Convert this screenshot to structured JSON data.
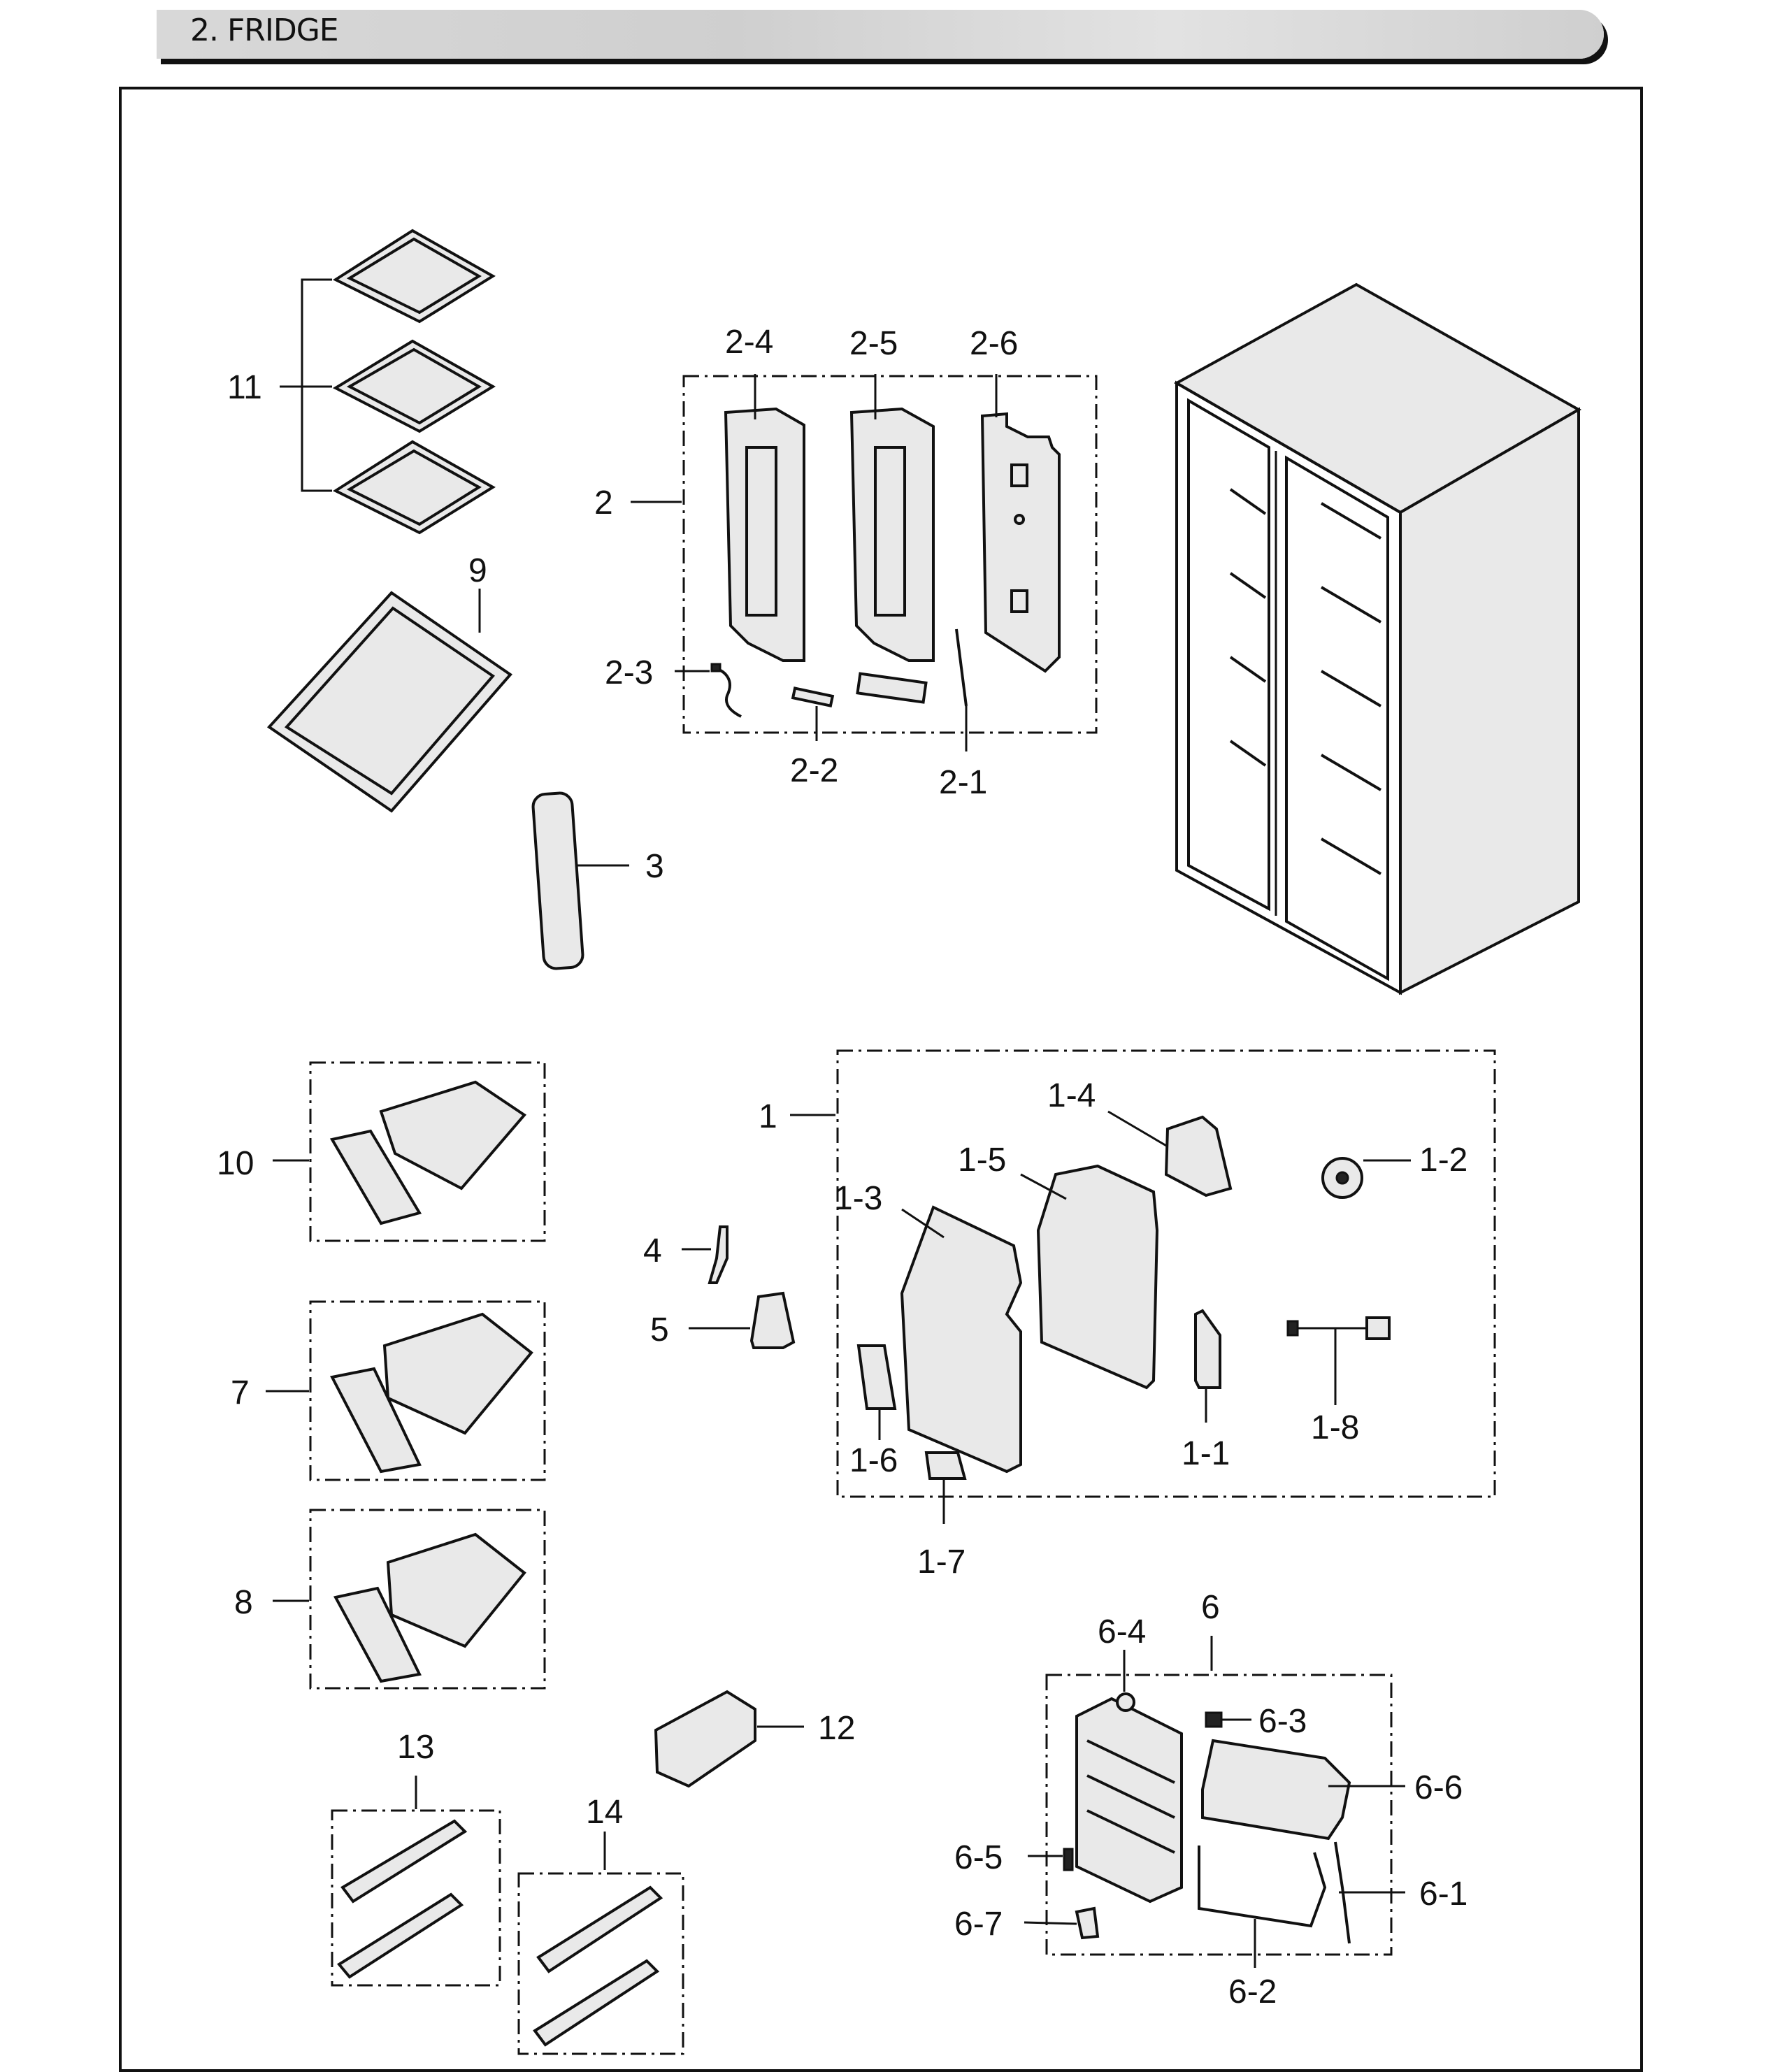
{
  "header": {
    "title": "2. FRIDGE"
  },
  "callouts": {
    "c1": "1",
    "c1_1": "1-1",
    "c1_2": "1-2",
    "c1_3": "1-3",
    "c1_4": "1-4",
    "c1_5": "1-5",
    "c1_6": "1-6",
    "c1_7": "1-7",
    "c1_8": "1-8",
    "c2": "2",
    "c2_1": "2-1",
    "c2_2": "2-2",
    "c2_3": "2-3",
    "c2_4": "2-4",
    "c2_5": "2-5",
    "c2_6": "2-6",
    "c3": "3",
    "c4": "4",
    "c5": "5",
    "c6": "6",
    "c6_1": "6-1",
    "c6_2": "6-2",
    "c6_3": "6-3",
    "c6_4": "6-4",
    "c6_5": "6-5",
    "c6_6": "6-6",
    "c6_7": "6-7",
    "c7": "7",
    "c8": "8",
    "c9": "9",
    "c10": "10",
    "c11": "11",
    "c12": "12",
    "c13": "13",
    "c14": "14"
  }
}
